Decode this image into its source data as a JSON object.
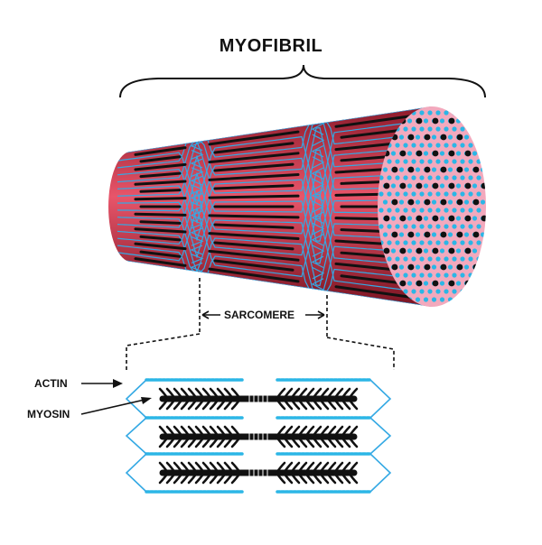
{
  "labels": {
    "myofibril": "MYOFIBRIL",
    "sarcomere": "SARCOMERE",
    "actin": "ACTIN",
    "myosin": "MYOSIN"
  },
  "colors": {
    "muscle_dark": "#8c1a2a",
    "muscle_mid": "#c8303f",
    "muscle_light": "#e8556a",
    "face_pink": "#f3a9bd",
    "actin_blue": "#2bb6e6",
    "outline_blue": "#34a9e4",
    "myosin_black": "#111111"
  },
  "icons": [
    "myofibril-cylinder-illustration",
    "cross-section-dots",
    "actin-filament",
    "myosin-filament",
    "brace",
    "arrow-pointer"
  ]
}
